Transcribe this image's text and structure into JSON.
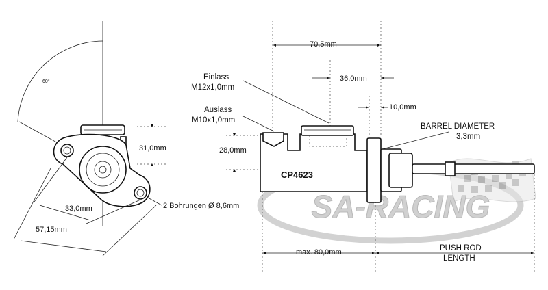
{
  "front_view": {
    "angle_label": "60°",
    "dim_height": "31,0mm",
    "dim_hole_spacing": "33,0mm",
    "dim_total": "57,15mm",
    "holes_label": "2 Bohrungen Ø 8,6mm"
  },
  "side_view": {
    "part_number": "CP4623",
    "dim_top": "70,5mm",
    "dim_mid": "36,0mm",
    "dim_small": "10,0mm",
    "dim_height": "28,0mm",
    "dim_length": "max. 80,0mm",
    "inlet_label_1": "Einlass",
    "inlet_label_2": "M12x1,0mm",
    "outlet_label_1": "Auslass",
    "outlet_label_2": "M10x1,0mm",
    "barrel_label_1": "BARREL DIAMETER",
    "barrel_label_2": "3,3mm",
    "pushrod_label_1": "PUSH ROD",
    "pushrod_label_2": "LENGTH"
  },
  "watermark": {
    "brand": "SA-RACING"
  },
  "colors": {
    "ink": "#111111",
    "watermark": "#c8c8c8"
  }
}
